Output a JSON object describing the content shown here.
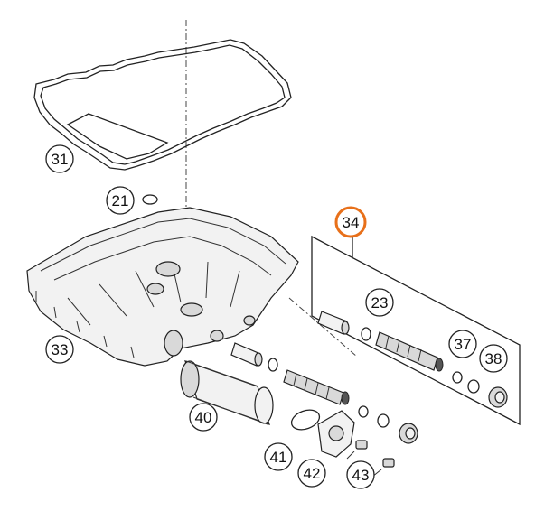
{
  "diagram": {
    "highlight_color": "#e8701a",
    "callouts": [
      {
        "id": "31",
        "label": "31"
      },
      {
        "id": "21",
        "label": "21"
      },
      {
        "id": "33",
        "label": "33"
      },
      {
        "id": "34",
        "label": "34",
        "highlighted": true
      },
      {
        "id": "23",
        "label": "23"
      },
      {
        "id": "37",
        "label": "37"
      },
      {
        "id": "38",
        "label": "38"
      },
      {
        "id": "40",
        "label": "40"
      },
      {
        "id": "41",
        "label": "41"
      },
      {
        "id": "42",
        "label": "42"
      },
      {
        "id": "43",
        "label": "43"
      }
    ]
  }
}
